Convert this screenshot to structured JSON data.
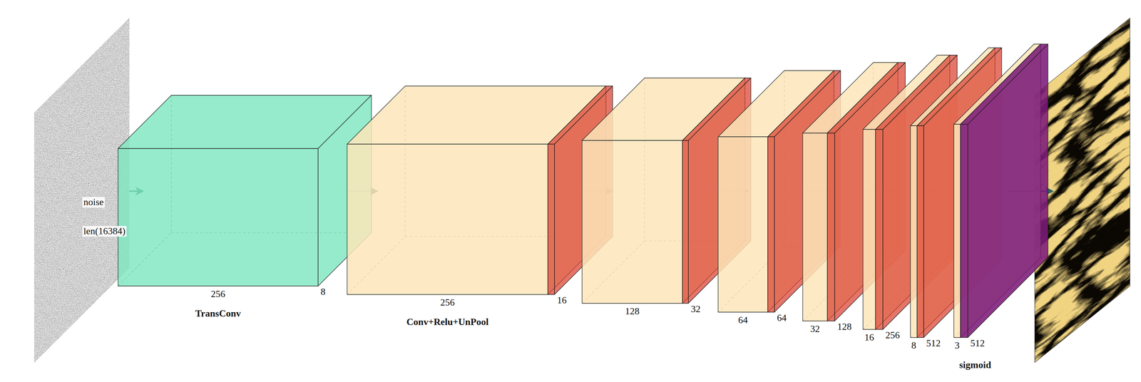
{
  "diagram": {
    "nodes": [
      {
        "text": [
          "noise",
          "len(16384)"
        ]
      },
      {
        "text": [
          "256",
          "8",
          "TransConv"
        ]
      },
      {
        "text": [
          "256",
          "16",
          "Conv+Relu+UnPool"
        ]
      },
      {
        "text": [
          "128",
          "32"
        ]
      },
      {
        "text": [
          "64",
          "64"
        ]
      },
      {
        "text": [
          "32",
          "128"
        ]
      },
      {
        "text": [
          "16",
          "256"
        ]
      },
      {
        "text": [
          "8",
          "512"
        ]
      },
      {
        "text": [
          "3",
          "512",
          "sigmoid"
        ]
      }
    ],
    "edges": [
      {
        "from": 0,
        "to": 1,
        "arrow": "to"
      },
      {
        "from": 1,
        "to": 2,
        "arrow": "to"
      },
      {
        "from": 2,
        "to": 3,
        "arrow": "to"
      },
      {
        "from": 3,
        "to": 4,
        "arrow": "to"
      },
      {
        "from": 4,
        "to": 5,
        "arrow": "to"
      },
      {
        "from": 5,
        "to": 6,
        "arrow": "to"
      },
      {
        "from": 6,
        "to": 7,
        "arrow": "to"
      },
      {
        "from": 7,
        "to": 8,
        "arrow": "to"
      }
    ]
  }
}
